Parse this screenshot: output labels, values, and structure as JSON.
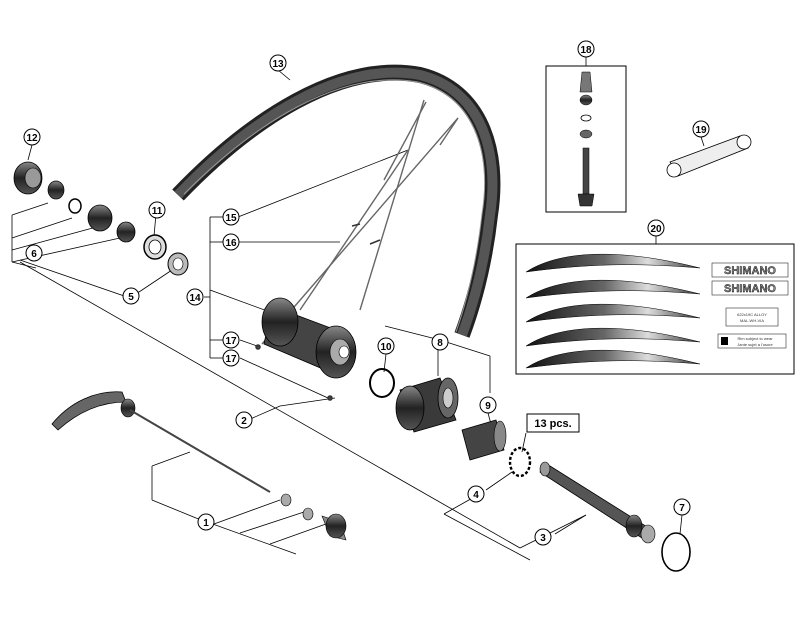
{
  "callouts": {
    "c1": "1",
    "c2": "2",
    "c3": "3",
    "c4": "4",
    "c5": "5",
    "c6": "6",
    "c7": "7",
    "c8": "8",
    "c9": "9",
    "c10": "10",
    "c11": "11",
    "c12": "12",
    "c13": "13",
    "c14": "14",
    "c15": "15",
    "c16": "16",
    "c17a": "17",
    "c17b": "17",
    "c18": "18",
    "c19": "19",
    "c20": "20"
  },
  "spoke_count_label": "13 pcs.",
  "decals": {
    "brand_1": "SHIMANO",
    "brand_2": "SHIMANO",
    "spec_label": "622x19C ALLOY",
    "spec_label_2": "MAL-WH-VIA",
    "notice_label": "Rim subject to wear",
    "notice_label_2": "Jante sujet a l'usure"
  },
  "colors": {
    "line": "#000000",
    "part_dark": "#2a2a2a",
    "part_mid": "#777777",
    "part_light": "#c8c8c8"
  }
}
